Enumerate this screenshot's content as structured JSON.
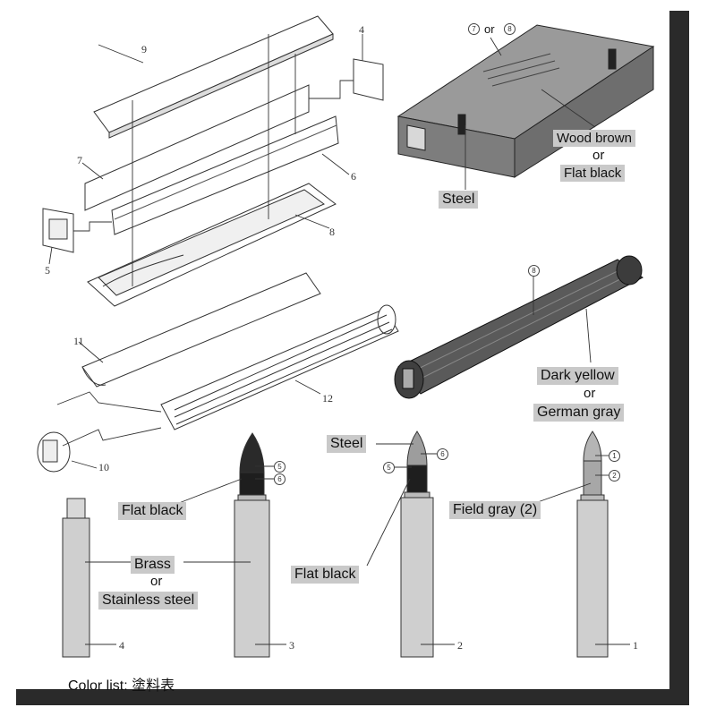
{
  "parts": {
    "p1": "1",
    "p2": "2",
    "p3": "3",
    "p4": "4",
    "p5": "5",
    "p6": "6",
    "p7": "7",
    "p8": "8",
    "p9": "9",
    "p10": "10",
    "p11": "11",
    "p12": "12",
    "p5b": "5"
  },
  "crate": {
    "ref_a": "7",
    "ref_or": "or",
    "ref_b": "8",
    "color_line1": "Wood brown",
    "color_or": "or",
    "color_line2": "Flat black",
    "fitting": "Steel"
  },
  "tube": {
    "ref": "8",
    "color_line1": "Dark yellow",
    "color_or": "or",
    "color_line2": "German gray"
  },
  "shells": {
    "steel_tip": "Steel",
    "flat_black_a": "Flat black",
    "flat_black_b": "Flat black",
    "field_gray": "Field gray (2)",
    "brass_line1": "Brass",
    "brass_or": "or",
    "brass_line2": "Stainless steel",
    "ref_s3_a": "5",
    "ref_s3_b": "6",
    "ref_s2_a": "6",
    "ref_s2_b": "5",
    "ref_s1_a": "1",
    "ref_s1_b": "2"
  },
  "footer": {
    "label": "Color list:",
    "label_cn": "塗料表"
  }
}
